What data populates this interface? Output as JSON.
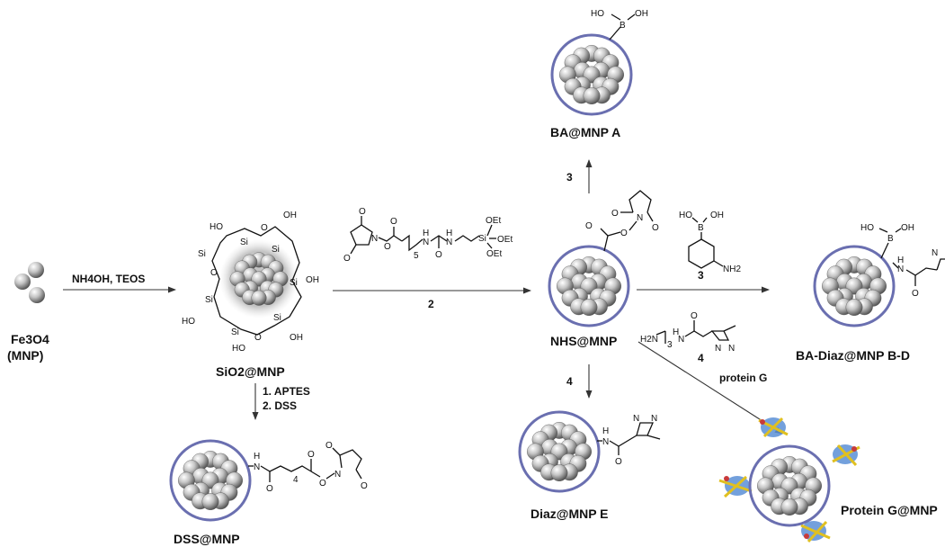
{
  "labels": {
    "fe3o4": "Fe3O4",
    "mnp": "(MNP)",
    "sio2_mnp": "SiO2@MNP",
    "nhs_mnp": "NHS@MNP",
    "ba_mnp_a": "BA@MNP A",
    "ba_diaz_mnp": "BA-Diaz@MNP B-D",
    "diaz_mnp_e": "Diaz@MNP E",
    "dss_mnp": "DSS@MNP",
    "protein_g_mnp": "Protein G@MNP"
  },
  "reagents": {
    "step1": "NH4OH, TEOS",
    "step2": "2",
    "step3_up": "3",
    "step3_right": "3",
    "step4_right": "4",
    "step4_down": "4",
    "protein_g": "protein G",
    "aptes": "1. APTES",
    "dss": "2. DSS"
  },
  "chem": {
    "ho": "HO",
    "oh": "OH",
    "si": "Si",
    "o": "O",
    "b": "B",
    "n": "N",
    "h": "H",
    "nh2": "NH2",
    "h2n": "H2N",
    "oet": "OEt",
    "sub5": "5",
    "sub4": "4",
    "sub3": "3"
  },
  "colors": {
    "shell": "#6a6fb0",
    "sphere_light": "#f2f2f2",
    "sphere_dark": "#555555",
    "protein_blue": "#5b8fd6",
    "protein_yellow": "#e0c020",
    "protein_red": "#c83a3a"
  }
}
